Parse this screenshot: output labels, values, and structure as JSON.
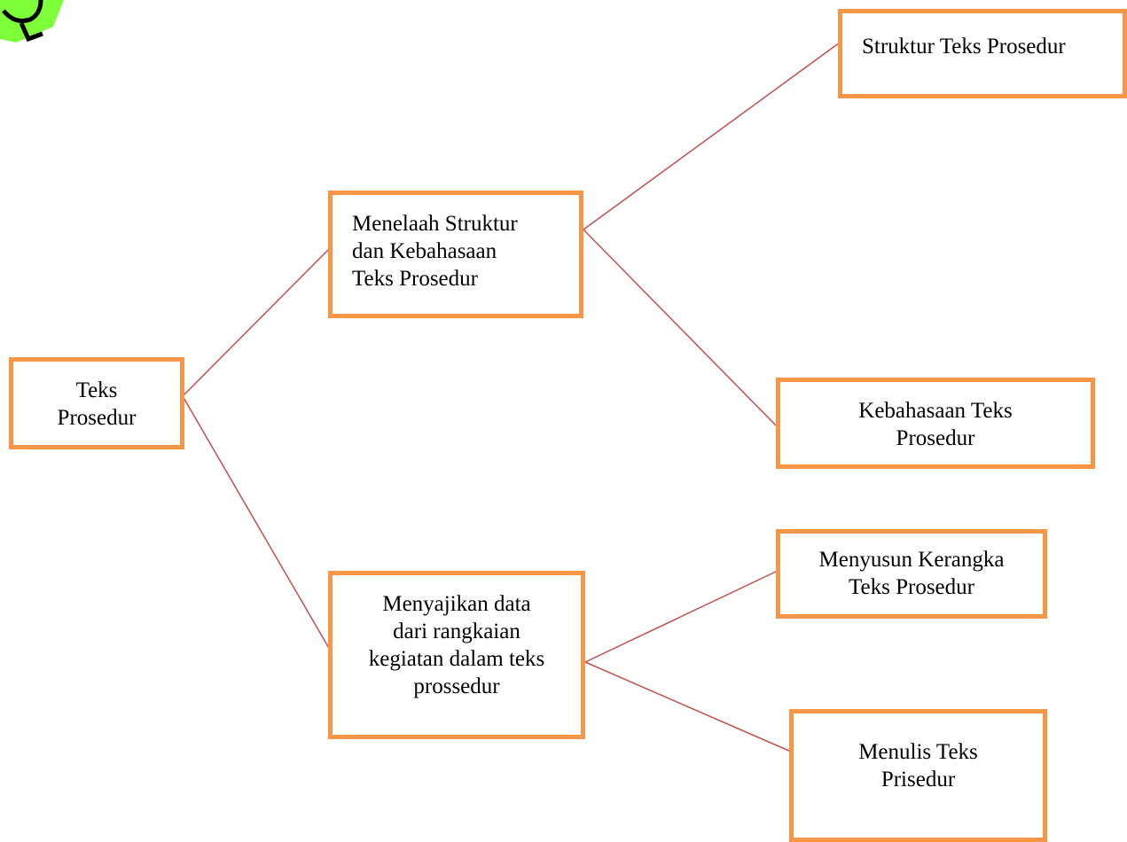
{
  "colors": {
    "box_border": "#f79646",
    "connector": "#c0504d",
    "logo_green": "#7dff3a"
  },
  "logo": {
    "icon": "partial-logo-icon"
  },
  "diagram": {
    "root": {
      "lines": [
        "Teks",
        "Prosedur"
      ]
    },
    "branch_telaah": {
      "lines": [
        "Menelaah Struktur",
        "dan Kebahasaan",
        "Teks Prosedur"
      ]
    },
    "branch_sajikan": {
      "lines": [
        "Menyajikan data",
        "dari rangkaian",
        "kegiatan dalam teks",
        "prossedur"
      ]
    },
    "leaf_struktur": {
      "lines": [
        "Struktur Teks Prosedur"
      ]
    },
    "leaf_kebahasaan": {
      "lines": [
        "Kebahasaan Teks",
        "Prosedur"
      ]
    },
    "leaf_kerangka": {
      "lines": [
        "Menyusun Kerangka",
        "Teks Prosedur"
      ]
    },
    "leaf_menulis": {
      "lines": [
        "Menulis Teks",
        "Prisedur"
      ]
    }
  }
}
